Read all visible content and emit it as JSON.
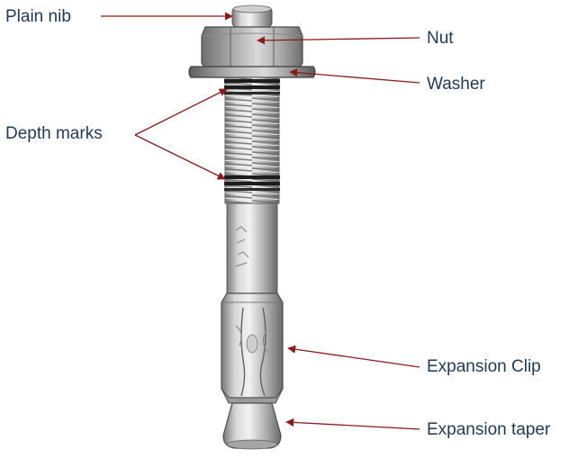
{
  "colors": {
    "label_text": "#1f3a57",
    "leader_line": "#8b1a1a",
    "metal_light": "#e2e2e2",
    "metal_mid": "#b4b4b4",
    "metal_dark": "#6e6e6e",
    "depth_mark": "#1c1c1c"
  },
  "labels": {
    "plain_nib": "Plain nib",
    "nut": "Nut",
    "washer": "Washer",
    "depth_marks": "Depth marks",
    "expansion_clip": "Expansion Clip",
    "expansion_taper": "Expansion taper"
  }
}
